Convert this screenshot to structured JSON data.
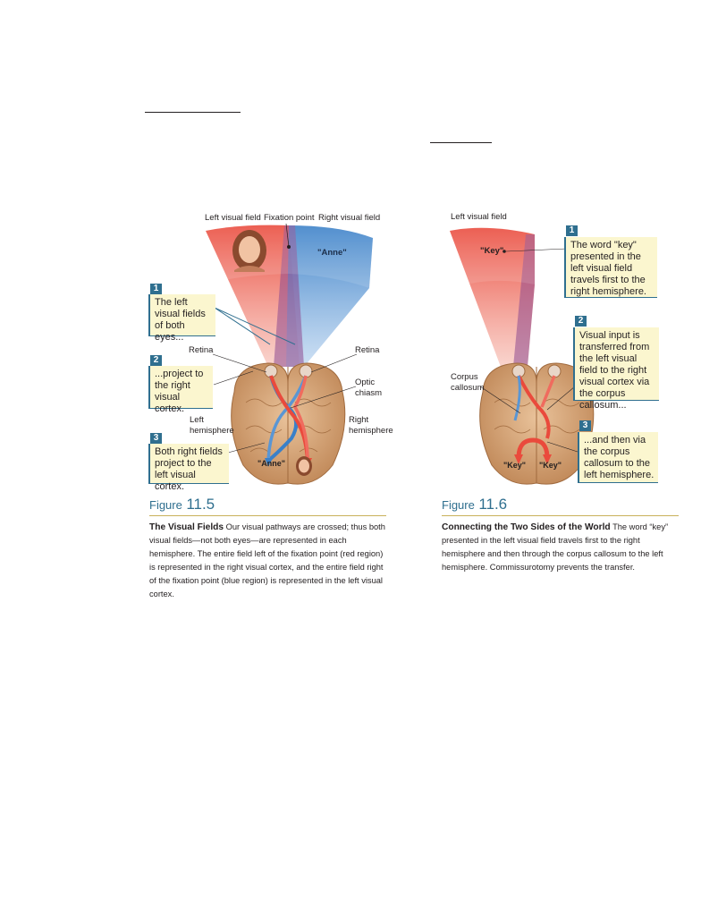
{
  "fig11_5": {
    "labels": {
      "left_visual_field": "Left visual field",
      "fixation_point": "Fixation point",
      "right_visual_field": "Right visual field",
      "anne_field": "\"Anne\"",
      "retina_left": "Retina",
      "retina_right": "Retina",
      "optic_chiasm_1": "Optic",
      "optic_chiasm_2": "chiasm",
      "left_hemisphere_1": "Left",
      "left_hemisphere_2": "hemisphere",
      "right_hemisphere_1": "Right",
      "right_hemisphere_2": "hemisphere",
      "anne_brain": "\"Anne\""
    },
    "callouts": [
      {
        "number": "1",
        "text": "The left visual fields of both eyes..."
      },
      {
        "number": "2",
        "text": "...project to the right visual cortex."
      },
      {
        "number": "3",
        "text": "Both right fields project to the left visual cortex."
      }
    ],
    "figure_word": "Figure",
    "figure_number": "11.5",
    "caption_title": "The Visual Fields",
    "caption_text": "Our visual pathways are crossed; thus both visual fields—not both eyes—are represented in each hemisphere. The entire field left of the fixation point (red region) is represented in the right visual cortex, and the entire field right of the fixation point (blue region) is represented in the left visual cortex."
  },
  "fig11_6": {
    "labels": {
      "left_visual_field": "Left visual field",
      "key_field": "\"Key\"",
      "corpus_callosum_1": "Corpus",
      "corpus_callosum_2": "callosum",
      "key_left": "\"Key\"",
      "key_right": "\"Key\""
    },
    "callouts": [
      {
        "number": "1",
        "text": "The word \"key\" presented in the left visual field travels first to the right hemisphere."
      },
      {
        "number": "2",
        "text": "Visual input is transferred from the left visual field to the right visual cortex via the corpus callosum..."
      },
      {
        "number": "3",
        "text": "...and then via the corpus callosum to the left hemisphere."
      }
    ],
    "figure_word": "Figure",
    "figure_number": "11.6",
    "caption_title": "Connecting the Two Sides of the World",
    "caption_text": "The word “key” presented in the left visual field travels first to the right hemisphere and then through the corpus callosum to the left hemisphere. Commissurotomy prevents the transfer."
  },
  "colors": {
    "red_field": "#ea4a3c",
    "blue_field": "#3a80c8",
    "purple_overlap": "#8e4b8f",
    "callout_bg": "#fbf6cf",
    "accent_teal": "#2f6f8f",
    "brain": "#d9a77a"
  }
}
